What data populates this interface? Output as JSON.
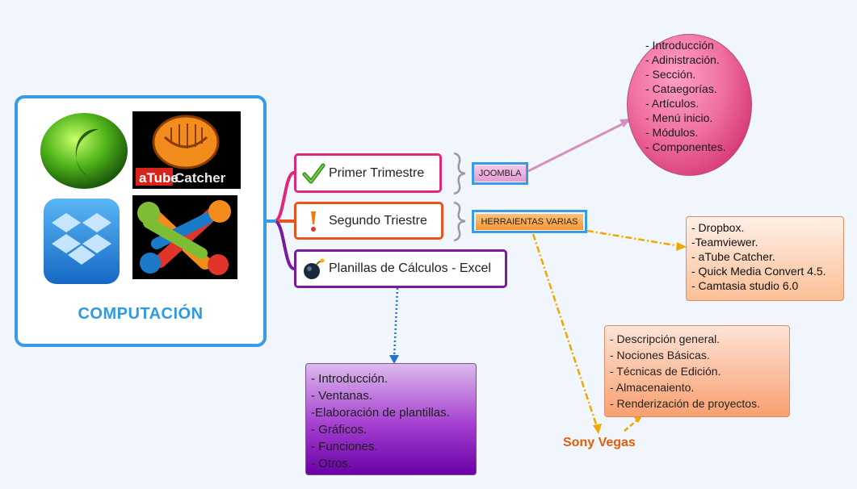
{
  "central": {
    "title": "COMPUTACIÓN",
    "logos": [
      "camtasia-logo",
      "atube-catcher-logo",
      "dropbox-logo",
      "joomla-logo"
    ],
    "atube_text": [
      "aTube",
      "Catcher"
    ]
  },
  "branches": [
    {
      "label": "Primer Trimestre",
      "icon": "checkmark-icon",
      "color": "#e0287a"
    },
    {
      "label": "Segundo Triestre",
      "icon": "exclamation-icon",
      "color": "#e8541c"
    },
    {
      "label": "Planillas de Cálculos - Excel",
      "icon": "bomb-icon",
      "color": "#7a1b9c"
    }
  ],
  "tags": {
    "joomla": "JOOMBLA",
    "herramientas": "HERRAIENTAS VARIAS"
  },
  "joomla_topics": [
    "- Introducción",
    "- Adinistración.",
    "- Sección.",
    "- Cataegorías.",
    "- Artículos.",
    "- Menú inicio.",
    "- Módulos.",
    "- Componentes."
  ],
  "tools_list": [
    "- Dropbox.",
    "-Teamviewer.",
    "- aTube Catcher.",
    "- Quick Media Convert 4.5.",
    "- Camtasia studio 6.0"
  ],
  "sony_vegas": {
    "label": "Sony Vegas",
    "topics": [
      "- Descripción general.",
      "- Nociones Básicas.",
      "- Técnicas de Edición.",
      "- Almacenaiento.",
      "- Renderización de proyectos."
    ]
  },
  "excel_topics": [
    "- Introducción.",
    "- Ventanas.",
    "-Elaboración de plantillas.",
    "- Gráficos.",
    "- Funciones.",
    "- Otros."
  ],
  "colors": {
    "central_border": "#3a9ae8",
    "central_title": "#2d9be4",
    "branch_primer": "#e0287a",
    "branch_segundo": "#e8541c",
    "branch_planillas": "#7a1b9c",
    "connector_joomla": "#d58fbf",
    "connector_tools": "#f0a800",
    "connector_excel": "#1e74d0",
    "sony_label": "#e25c0c"
  }
}
